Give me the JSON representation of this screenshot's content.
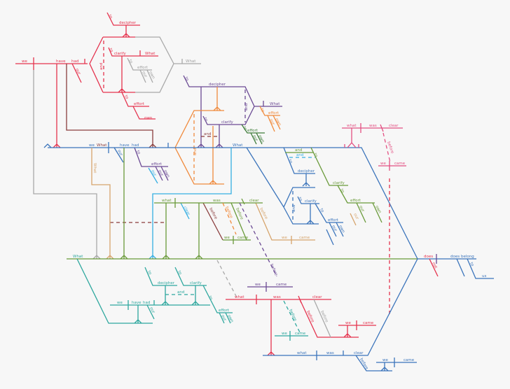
{
  "colors": {
    "red": "#e5334e",
    "gray": "#a9a9a9",
    "purple": "#6b4a94",
    "orange": "#f08a3c",
    "blue": "#3b74bb",
    "green": "#6a9a3a",
    "teal": "#2ea79e",
    "cyan": "#35aee2",
    "tan": "#d6a46c",
    "brown": "#8a3d3d",
    "pink": "#e34f82"
  },
  "red": [
    "we",
    "have",
    "had",
    "our",
    "to",
    "decipher",
    "and",
    "to",
    "clarify",
    "What",
    "to",
    "effort",
    "own"
  ],
  "gray": [
    "What",
    "to",
    "effort",
    "our",
    "own"
  ],
  "purple": [
    "to",
    "decipher",
    "and",
    "What",
    "to",
    "clarify",
    "to",
    "effort",
    "our",
    "own"
  ],
  "orange": [
    "to",
    "effort",
    "our",
    "own",
    "and"
  ],
  "brown": [
    "and",
    "What",
    "before"
  ],
  "green_small": [
    "to",
    "effort",
    "our",
    "own"
  ],
  "blue_main": [
    "we",
    "have",
    "had",
    "our",
    "to",
    "effort",
    "our",
    "own",
    "What",
    "our"
  ],
  "tan": [
    "What",
    "before",
    "we",
    "came",
    "our"
  ],
  "blue_right": [
    "to",
    "decipher",
    "and",
    "to",
    "clarify",
    "to",
    "effort",
    "our",
    "own",
    "does",
    "not",
    "does",
    "belong",
    "to",
    "us"
  ],
  "green_right": [
    "and",
    "to",
    "clarify",
    "to",
    "effort",
    "our",
    "own"
  ],
  "cyan": [
    "and",
    "our",
    "clear"
  ],
  "pink": [
    "what",
    "was",
    "clear",
    "before",
    "we",
    "came"
  ],
  "olive": [
    "what",
    "was",
    "clear",
    "we",
    "came",
    "before",
    "before",
    "What"
  ],
  "purple_low": [
    "before",
    "we",
    "came"
  ],
  "red_low": [
    "what",
    "was",
    "clear",
    "before",
    "we",
    "came"
  ],
  "gray_low": [
    "before"
  ],
  "teal": [
    "before",
    "we",
    "came",
    "What",
    "we",
    "have",
    "had",
    "our",
    "to",
    "decipher",
    "to",
    "clarify",
    "and",
    "to",
    "effort",
    "our",
    "own"
  ],
  "blue_bottom": [
    "what",
    "was",
    "clear",
    "before",
    "we",
    "came"
  ]
}
